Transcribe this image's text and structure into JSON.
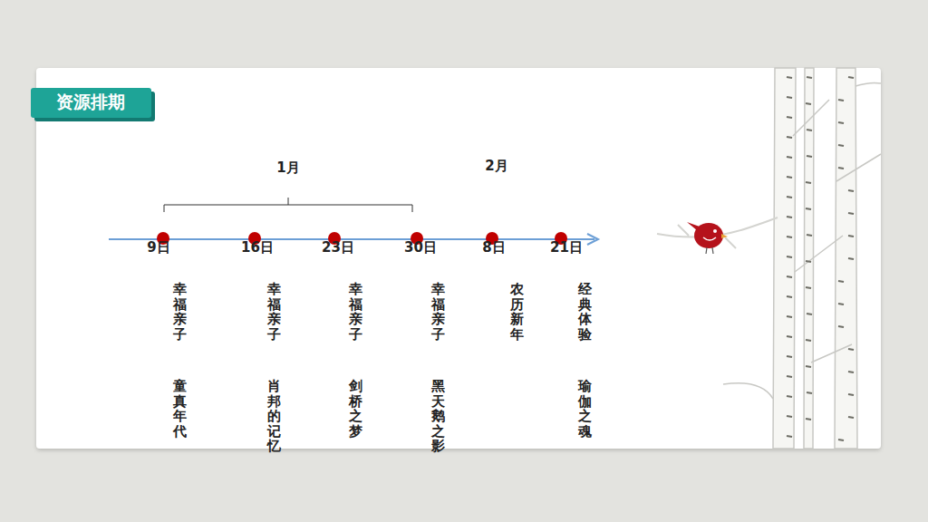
{
  "diagram": {
    "title": "资源排期",
    "labels": [
      "1月",
      "2月",
      "9日",
      "16日",
      "23日",
      "30日",
      "8日",
      "21日",
      "幸福亲子",
      "童真年代",
      "幸福亲子",
      "肖邦的记忆",
      "幸福亲子",
      "剑桥之梦",
      "幸福亲子",
      "黑天鹅之影",
      "农历新年",
      "经典体验",
      "瑜伽之魂"
    ]
  }
}
